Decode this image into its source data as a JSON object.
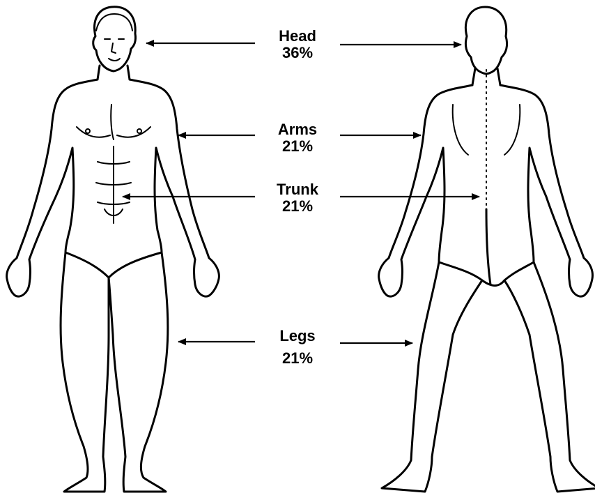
{
  "regions": [
    {
      "name": "Head",
      "percent": "36%"
    },
    {
      "name": "Arms",
      "percent": "21%"
    },
    {
      "name": "Trunk",
      "percent": "21%"
    },
    {
      "name": "Legs",
      "percent": "21%"
    }
  ]
}
